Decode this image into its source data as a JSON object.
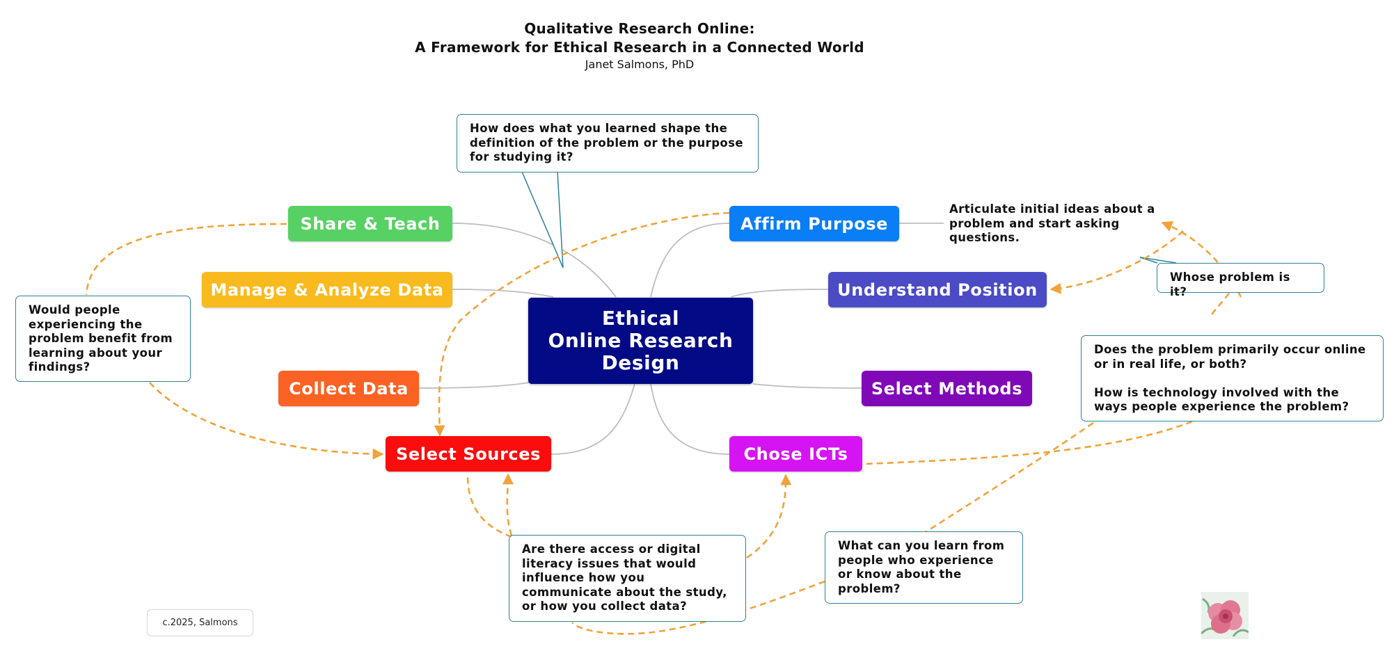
{
  "header": {
    "title_line1": "Qualitative Research Online:",
    "title_line2": "A Framework for Ethical Research in a Connected World",
    "author": "Janet Salmons, PhD"
  },
  "center": {
    "label": "Ethical\nOnline Research\nDesign",
    "color": "#020b85"
  },
  "topics": {
    "share_teach": {
      "label": "Share & Teach",
      "color": "#57d163"
    },
    "manage_analyze": {
      "label": "Manage & Analyze Data",
      "color": "#f9ba1e"
    },
    "collect_data": {
      "label": "Collect Data",
      "color": "#fb6223"
    },
    "select_sources": {
      "label": "Select Sources",
      "color": "#fb0d0d"
    },
    "affirm_purpose": {
      "label": "Affirm Purpose",
      "color": "#0a7ef6"
    },
    "understand_position": {
      "label": "Understand Position",
      "color": "#4a4bc5"
    },
    "select_methods": {
      "label": "Select Methods",
      "color": "#7f09b7"
    },
    "chose_icts": {
      "label": "Chose ICTs",
      "color": "#d613f3"
    }
  },
  "notes": {
    "purpose_question": "How does what you learned shape the\ndefinition of the problem or the purpose\nfor studying it?",
    "articulate": "Articulate initial ideas about a\nproblem and start asking\nquestions.",
    "whose_problem": "Whose problem is it?",
    "online_question": "Does the problem primarily occur online\nor in real life, or both?\n\nHow is technology involved with the\nways people experience the problem?",
    "benefit_question": "Would people\nexperiencing the\nproblem benefit from\nlearning about your\nfindings?",
    "access_question": "Are there access or digital\nliteracy issues that would\ninfluence how you\ncommunicate about the study,\nor how you collect data?",
    "learn_question": "What can you learn from\npeople who experience\nor know about the\nproblem?"
  },
  "footer": {
    "copyright": "c.2025, Salmons"
  },
  "colors": {
    "dashed_arrow": "#f0a33a",
    "callout_border": "#2f8196",
    "branch_line": "#bdbdbd"
  }
}
